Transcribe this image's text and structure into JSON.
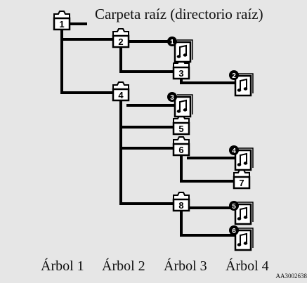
{
  "root_label": "Carpeta raíz (directorio raíz)",
  "tree_labels": [
    "Árbol 1",
    "Árbol 2",
    "Árbol 3",
    "Árbol 4"
  ],
  "code": "AA3002638",
  "folders": [
    "1",
    "2",
    "3",
    "4",
    "5",
    "6",
    "7",
    "8"
  ],
  "music_files": [
    "1",
    "2",
    "3",
    "4",
    "5",
    "6"
  ],
  "colors": {
    "background": "#e6e6e6",
    "line": "#000000",
    "icon_fill": "#ffffff"
  }
}
